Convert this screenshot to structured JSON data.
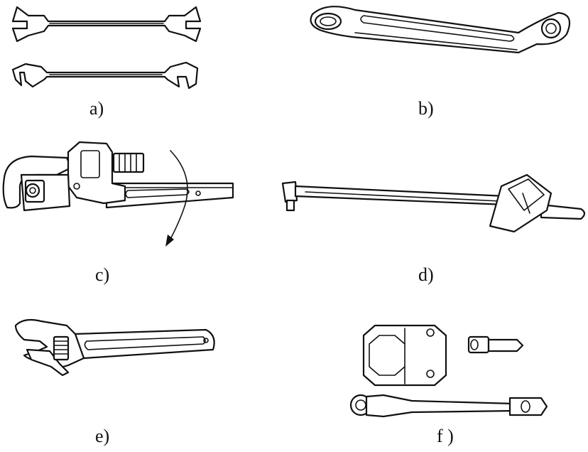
{
  "figure": {
    "panels": [
      {
        "id": "a",
        "label": "a)",
        "icon": "open-end-wrench-icon"
      },
      {
        "id": "b",
        "label": "b)",
        "icon": "box-end-wrench-icon"
      },
      {
        "id": "c",
        "label": "c)",
        "icon": "pipe-wrench-icon"
      },
      {
        "id": "d",
        "label": "d)",
        "icon": "torque-wrench-icon"
      },
      {
        "id": "e",
        "label": "e)",
        "icon": "adjustable-wrench-icon"
      },
      {
        "id": "f",
        "label": "f )",
        "icon": "socket-wrench-set-icon"
      }
    ]
  }
}
